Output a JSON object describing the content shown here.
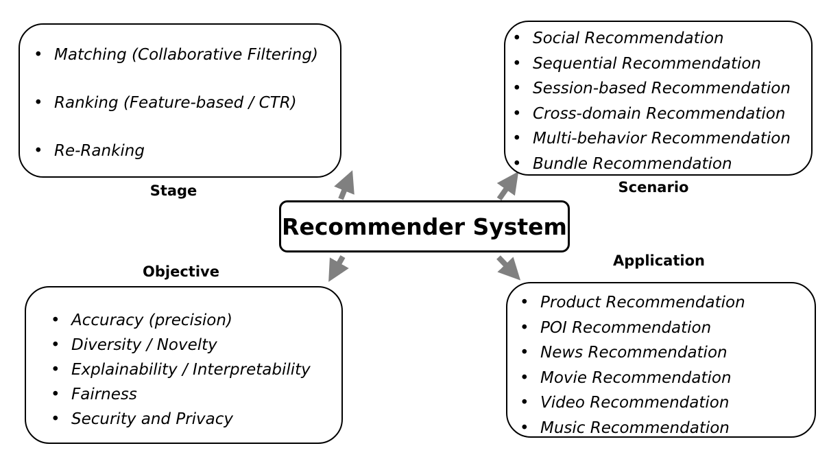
{
  "center": {
    "title": "Recommender System"
  },
  "stage": {
    "label": "Stage",
    "items": [
      "Matching (Collaborative Filtering)",
      "Ranking (Feature-based / CTR)",
      "Re-Ranking"
    ]
  },
  "scenario": {
    "label": "Scenario",
    "items": [
      "Social Recommendation",
      "Sequential Recommendation",
      "Session-based Recommendation",
      "Cross-domain Recommendation",
      "Multi-behavior Recommendation",
      "Bundle Recommendation"
    ]
  },
  "objective": {
    "label": "Objective",
    "items": [
      "Accuracy (precision)",
      "Diversity / Novelty",
      "Explainability / Interpretability",
      "Fairness",
      "Security and Privacy"
    ]
  },
  "application": {
    "label": "Application",
    "items": [
      "Product Recommendation",
      "POI Recommendation",
      "News Recommendation",
      "Movie Recommendation",
      "Video Recommendation",
      "Music Recommendation"
    ]
  },
  "colors": {
    "arrow": "#808080",
    "border": "#000000",
    "text": "#000000"
  }
}
